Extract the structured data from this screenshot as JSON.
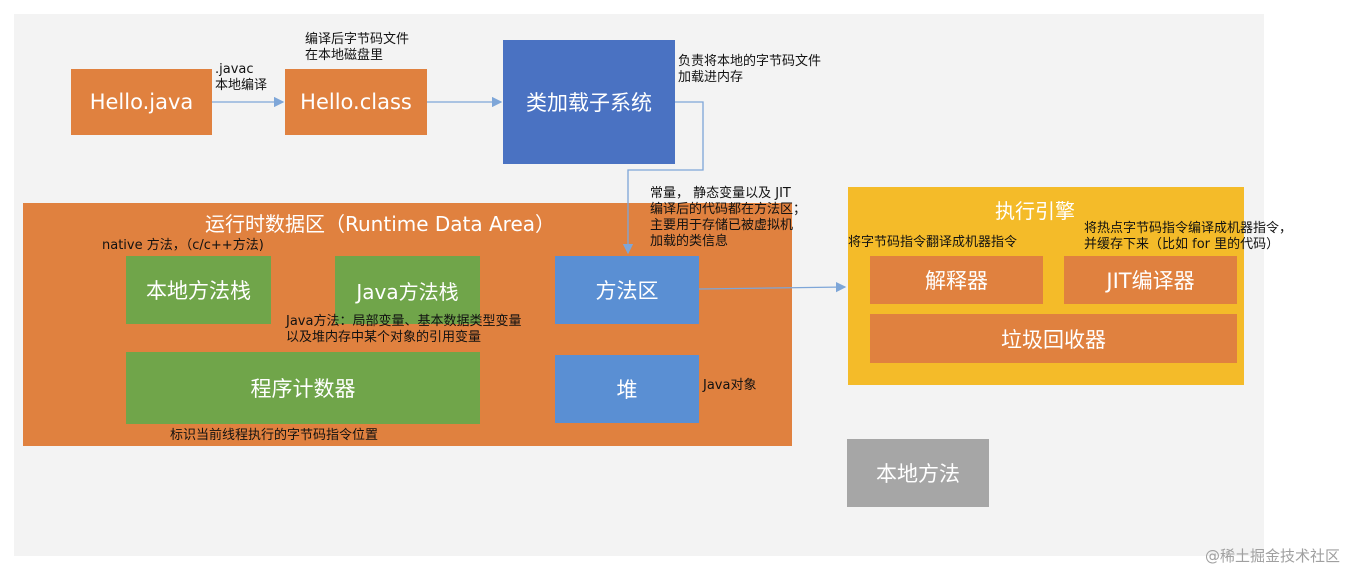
{
  "nodes": {
    "hello_java": "Hello.java",
    "hello_class": "Hello.class",
    "class_loader": "类加载子系统",
    "runtime_area": "运行时数据区（Runtime Data Area）",
    "native_stack": "本地方法栈",
    "java_stack": "Java方法栈",
    "method_area": "方法区",
    "pc_register": "程序计数器",
    "heap": "堆",
    "exec_engine": "执行引擎",
    "interpreter": "解释器",
    "jit": "JIT编译器",
    "gc": "垃圾回收器",
    "native_method": "本地方法"
  },
  "notes": {
    "javac_1": ".javac",
    "javac_2": "本地编译",
    "class_file_1": "编译后字节码文件",
    "class_file_2": "在本地磁盘里",
    "loader_1": "负责将本地的字节码文件",
    "loader_2": "加载进内存",
    "method_area_1": "常量，  静态变量以及 JIT",
    "method_area_2": "编译后的代码都在方法区；",
    "method_area_3": "主要用于存储已被虚拟机",
    "method_area_4": "加载的类信息",
    "native_method_note": "native 方法，（c/c++方法)",
    "java_stack_1": "Java方法：局部变量、基本数据类型变量",
    "java_stack_2": "以及堆内存中某个对象的引用变量",
    "heap_note": "Java对象",
    "pc_note": "标识当前线程执行的字节码指令位置",
    "interpreter_note": "将字节码指令翻译成机器指令",
    "jit_1": "将热点字节码指令编译成机器指令，",
    "jit_2": "并缓存下来（比如 for 里的代码）"
  },
  "watermark": "@稀土掘金技术社区",
  "colors": {
    "orange": "#e0813f",
    "blue": "#4a72c2",
    "light_blue": "#5a8fd3",
    "green": "#70a54a",
    "yellow": "#f4bb29",
    "gray": "#a6a6a6",
    "arrow": "#7ea6d8"
  }
}
